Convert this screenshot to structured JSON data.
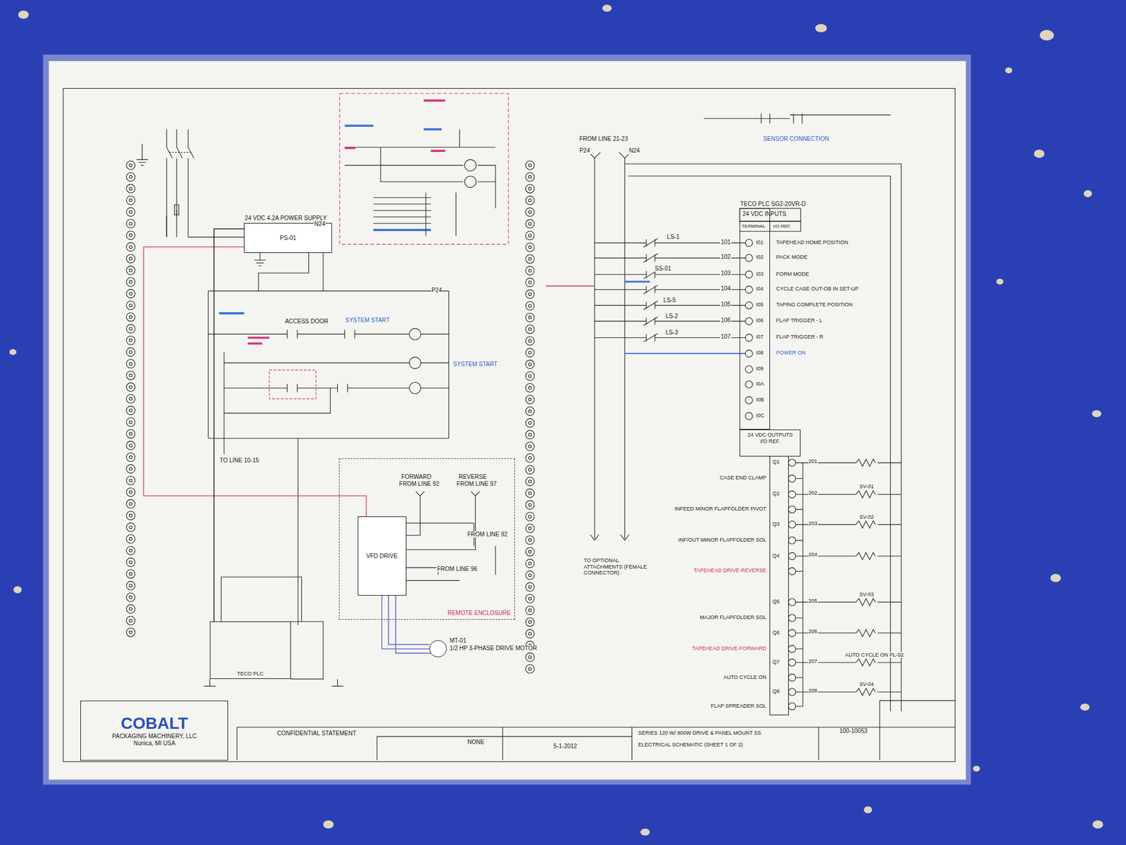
{
  "diagram": {
    "nodes": [
      {
        "text": [
          "24 VDC 4.2A POWER SUPPLY",
          "PS-01"
        ]
      },
      {
        "text": [
          "REMOTE ENCLOSURE"
        ]
      },
      {
        "text": [
          "VFD DRIVE"
        ],
        "in": 1
      },
      {
        "text": [
          "MT-01",
          "1/2 HP 3-PHASE DRIVE MOTOR"
        ]
      },
      {
        "text": [
          "TECO PLC"
        ]
      },
      {
        "text": [
          "TECO PLC SG2-20VR-D",
          "24 VDC INPUTS"
        ]
      },
      {
        "text": [
          "24 VDC OUTPUTS",
          "I/O REF."
        ]
      },
      {
        "text": [
          "COBALT",
          "PACKAGING MACHINERY, LLC",
          "Nunica, MI USA"
        ]
      }
    ],
    "edges": [
      {
        "from": 0,
        "to": 2,
        "arrow": "none"
      },
      {
        "from": 2,
        "to": 3,
        "arrow": "none"
      },
      {
        "from": 0,
        "to": 4,
        "arrow": "none"
      }
    ],
    "labels": [
      "TO LINE 10-15",
      "ACCESS DOOR",
      "SYSTEM START",
      "SYSTEM START",
      "N24",
      "P24",
      "FORWARD",
      "FROM LINE 92",
      "REVERSE",
      "FROM LINE 97",
      "FROM LINE 92",
      "FROM LINE 96",
      "SENSOR CONNECTION",
      "FROM LINE 21-23",
      "P24",
      "N24",
      "LS-1",
      "SS-01",
      "LS-5",
      "LS-2",
      "LS-3",
      "101",
      "102",
      "103",
      "104",
      "105",
      "106",
      "107",
      "TERMINAL",
      "I/O REF.",
      "I01",
      "I02",
      "I03",
      "I04",
      "I05",
      "I06",
      "I07",
      "I08",
      "I09",
      "I0A",
      "I0B",
      "I0C",
      "TAPEHEAD HOME POSITION",
      "PACK MODE",
      "FORM MODE",
      "CYCLE CASE OUT-OB IN SET-UP",
      "TAPING COMPLETE POSITION",
      "FLAP TRIGGER - L",
      "FLAP TRIGGER - R",
      "POWER ON",
      "Q1",
      "Q2",
      "Q3",
      "Q4",
      "Q5",
      "Q6",
      "Q7",
      "Q8",
      "201",
      "202",
      "203",
      "204",
      "205",
      "206",
      "207",
      "208",
      "CASE END CLAMP",
      "INFEED MINOR FLAPFOLDER PIVOT",
      "INF/OUT MINOR FLAPFOLDER SOL",
      "TAPEHEAD DRIVE-REVERSE",
      "MAJOR FLAPFOLDER SOL",
      "TAPEHEAD DRIVE-FORWARD",
      "AUTO CYCLE ON",
      "FLAP SPREADER SOL",
      "SV-01",
      "SV-02",
      "SV-03",
      "SV-04",
      "AUTO CYCLE ON PL-02",
      "TO OPTIONAL ATTACHMENTS (FEMALE CONNECTOR)",
      "CONFIDENTIAL STATEMENT",
      "NONE",
      "5-1-2012",
      "SERIES 120 W/ 800W DRIVE & PANEL MOUNT SS",
      "ELECTRICAL SCHEMATIC (SHEET 1 OF 2)",
      "100-10053"
    ]
  }
}
